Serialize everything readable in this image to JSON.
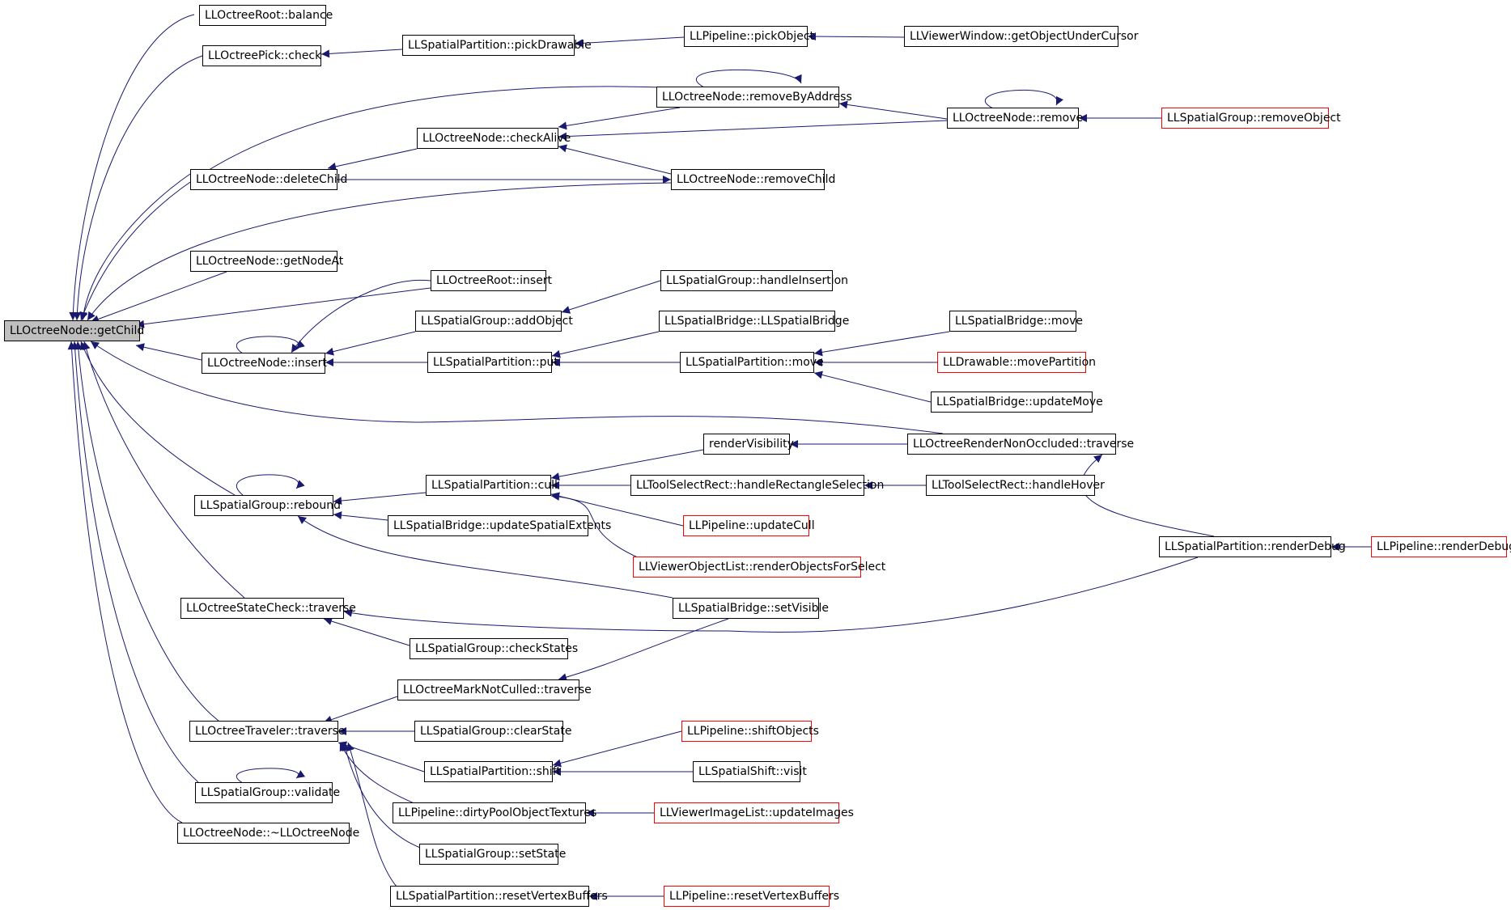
{
  "colors": {
    "edge": "#191970",
    "node_border": "#000000",
    "truncated_border": "#ff0000",
    "root_fill": "#bfbfbf",
    "background": "#ffffff"
  },
  "nodes": {
    "root_getChild": "LLOctreeNode::getChild",
    "root_balance": "LLOctreeRoot::balance",
    "pick_check": "LLOctreePick::check",
    "sp_pickDrawable": "LLSpatialPartition::pickDrawable",
    "pl_pickObject": "LLPipeline::pickObject",
    "vw_getObjectUnderCursor": "LLViewerWindow::getObjectUnderCursor",
    "on_removeByAddress": "LLOctreeNode::removeByAddress",
    "on_remove": "LLOctreeNode::remove",
    "sg_removeObject": "LLSpatialGroup::removeObject",
    "on_checkAlive": "LLOctreeNode::checkAlive",
    "on_deleteChild": "LLOctreeNode::deleteChild",
    "on_removeChild": "LLOctreeNode::removeChild",
    "on_getNodeAt": "LLOctreeNode::getNodeAt",
    "root_insert": "LLOctreeRoot::insert",
    "sg_handleInsertion": "LLSpatialGroup::handleInsertion",
    "sg_addObject": "LLSpatialGroup::addObject",
    "sb_ctor": "LLSpatialBridge::LLSpatialBridge",
    "sb_move": "LLSpatialBridge::move",
    "on_insert": "LLOctreeNode::insert",
    "sp_put": "LLSpatialPartition::put",
    "sp_move": "LLSpatialPartition::move",
    "dr_movePartition": "LLDrawable::movePartition",
    "sb_updateMove": "LLSpatialBridge::updateMove",
    "renderVisibility": "renderVisibility",
    "ornc_traverse": "LLOctreeRenderNonOccluded::traverse",
    "sp_cull": "LLSpatialPartition::cull",
    "tsr_handleRectangleSelection": "LLToolSelectRect::handleRectangleSelection",
    "tsr_handleHover": "LLToolSelectRect::handleHover",
    "sg_rebound": "LLSpatialGroup::rebound",
    "pl_updateCull": "LLPipeline::updateCull",
    "sb_updateSpatialExtents": "LLSpatialBridge::updateSpatialExtents",
    "vol_renderObjectsForSelect": "LLViewerObjectList::renderObjectsForSelect",
    "sp_renderDebug": "LLSpatialPartition::renderDebug",
    "pl_renderDebug": "LLPipeline::renderDebug",
    "osc_traverse": "LLOctreeStateCheck::traverse",
    "sb_setVisible": "LLSpatialBridge::setVisible",
    "sg_checkStates": "LLSpatialGroup::checkStates",
    "omnc_traverse": "LLOctreeMarkNotCulled::traverse",
    "ot_traverse": "LLOctreeTraveler::traverse",
    "sg_clearState": "LLSpatialGroup::clearState",
    "pl_shiftObjects": "LLPipeline::shiftObjects",
    "sp_shift": "LLSpatialPartition::shift",
    "ss_visit": "LLSpatialShift::visit",
    "sg_validate": "LLSpatialGroup::validate",
    "pl_dirtyPoolObjectTextures": "LLPipeline::dirtyPoolObjectTextures",
    "vil_updateImages": "LLViewerImageList::updateImages",
    "on_destructor": "LLOctreeNode::~LLOctreeNode",
    "sg_setState": "LLSpatialGroup::setState",
    "sp_resetVertexBuffers": "LLSpatialPartition::resetVertexBuffers",
    "pl_resetVertexBuffers": "LLPipeline::resetVertexBuffers"
  }
}
